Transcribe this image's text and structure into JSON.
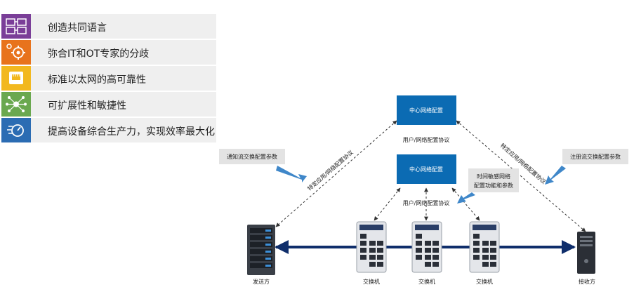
{
  "legend": [
    {
      "label": "创造共同语言",
      "icon": "network-nodes-icon",
      "color": "#7a3e98"
    },
    {
      "label": "弥合IT和OT专家的分歧",
      "icon": "gear-handshake-icon",
      "color": "#e8731c"
    },
    {
      "label": "标准以太网的高可靠性",
      "icon": "ethernet-port-icon",
      "color": "#f2b81f"
    },
    {
      "label": "可扩展性和敏捷性",
      "icon": "hub-network-icon",
      "color": "#6aa84f"
    },
    {
      "label": "提高设备综合生产力，实现效率最大化",
      "icon": "gear-speed-icon",
      "color": "#2b6cb3"
    }
  ],
  "diagram": {
    "top_box": "中心网络配置",
    "mid_box": "中心网络配置",
    "protocol_upper": "用户/网络配置协议",
    "protocol_lower": "用户/网络配置协议",
    "left_diag": "特定应用/网络配置协议",
    "right_diag": "特定应用/网络配置协议",
    "note_left": "通知流交换配置参数",
    "note_right": "注册流交换配置参数",
    "note_mid_line1": "时间敏感网络",
    "note_mid_line2": "配置功能和参数",
    "sender": "发送方",
    "receiver": "接收方",
    "switch_label": "交换机",
    "box_color": "#0b6bb3",
    "arrow_color": "#3f87c9"
  }
}
